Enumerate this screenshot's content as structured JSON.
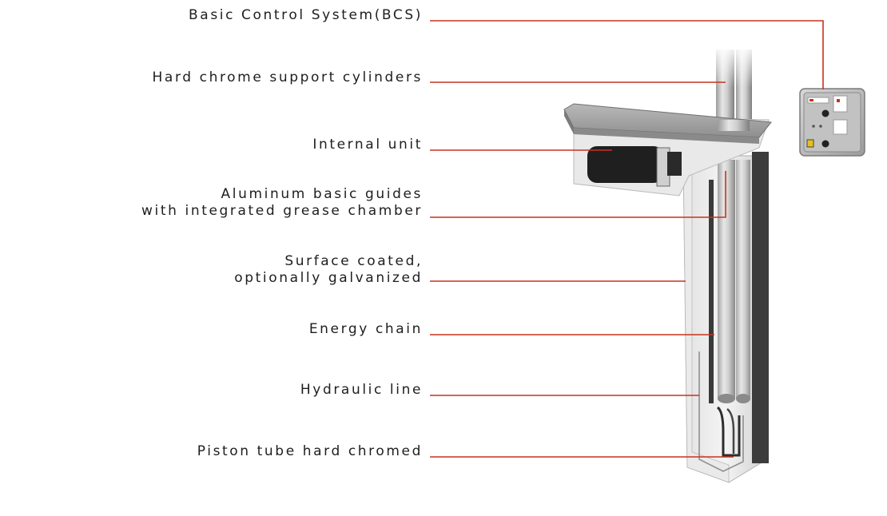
{
  "colors": {
    "leader": "#c8321e",
    "text": "#1e1e1e"
  },
  "callouts": [
    {
      "id": "bcs",
      "lines": [
        "Basic Control System(BCS)"
      ]
    },
    {
      "id": "cylinders",
      "lines": [
        "Hard chrome support cylinders"
      ]
    },
    {
      "id": "internal-unit",
      "lines": [
        "Internal unit"
      ]
    },
    {
      "id": "guides",
      "lines": [
        "Aluminum basic guides",
        "with integrated grease chamber"
      ]
    },
    {
      "id": "surface",
      "lines": [
        "Surface coated,",
        "optionally galvanized"
      ]
    },
    {
      "id": "energy-chain",
      "lines": [
        "Energy chain"
      ]
    },
    {
      "id": "hydraulic",
      "lines": [
        "Hydraulic line"
      ]
    },
    {
      "id": "piston",
      "lines": [
        "Piston tube hard chromed"
      ]
    }
  ]
}
